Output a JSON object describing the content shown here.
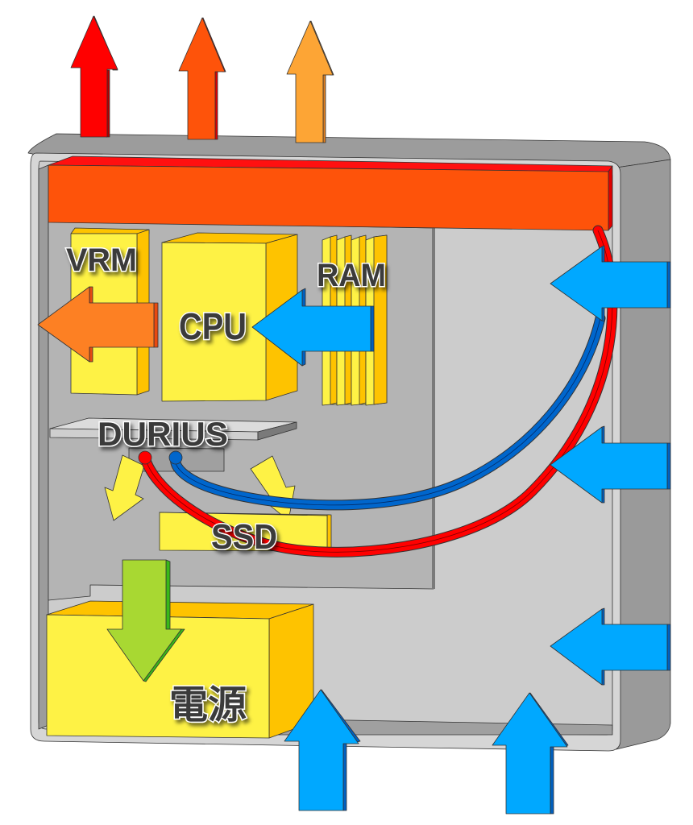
{
  "title": "PC case airflow diagram",
  "labels": {
    "vrm": "VRM",
    "cpu": "CPU",
    "ram": "RAM",
    "cooler": "DURIUS",
    "ssd": "SSD",
    "psu": "電源"
  },
  "colors": {
    "hot_exhaust_1": "#ff0000",
    "hot_exhaust_2": "#fe530a",
    "warm_exhaust": "#fda535",
    "radiator": "#fe530a",
    "intake": "#00a8ff",
    "intake_dark": "#0060c0",
    "vrm_flow": "#fd8023",
    "psu_flow": "#a8d832",
    "component_face": "#fef245",
    "component_side": "#fec300",
    "coolant_hot": "#ff0000",
    "coolant_cold": "#0066cc",
    "case_outer": "#999999",
    "case_inner": "#cccccc",
    "mainboard": "#b4b4b4"
  },
  "flows": [
    {
      "id": "exhaust-top-left",
      "direction": "up",
      "meaning": "hot exhaust"
    },
    {
      "id": "exhaust-top-center",
      "direction": "up",
      "meaning": "hot exhaust"
    },
    {
      "id": "exhaust-top-right",
      "direction": "up",
      "meaning": "warm exhaust"
    },
    {
      "id": "intake-front-top",
      "direction": "left",
      "meaning": "cool intake"
    },
    {
      "id": "intake-front-middle",
      "direction": "left",
      "meaning": "cool intake"
    },
    {
      "id": "intake-front-bottom",
      "direction": "left",
      "meaning": "cool intake"
    },
    {
      "id": "intake-bottom-left",
      "direction": "up",
      "meaning": "cool intake"
    },
    {
      "id": "intake-bottom-right",
      "direction": "up",
      "meaning": "cool intake"
    },
    {
      "id": "ram-to-cpu",
      "direction": "left",
      "meaning": "cool air to CPU"
    },
    {
      "id": "cpu-to-vrm",
      "direction": "left",
      "meaning": "warm air past VRM"
    },
    {
      "id": "psu-intake",
      "direction": "down",
      "meaning": "PSU intake"
    }
  ]
}
